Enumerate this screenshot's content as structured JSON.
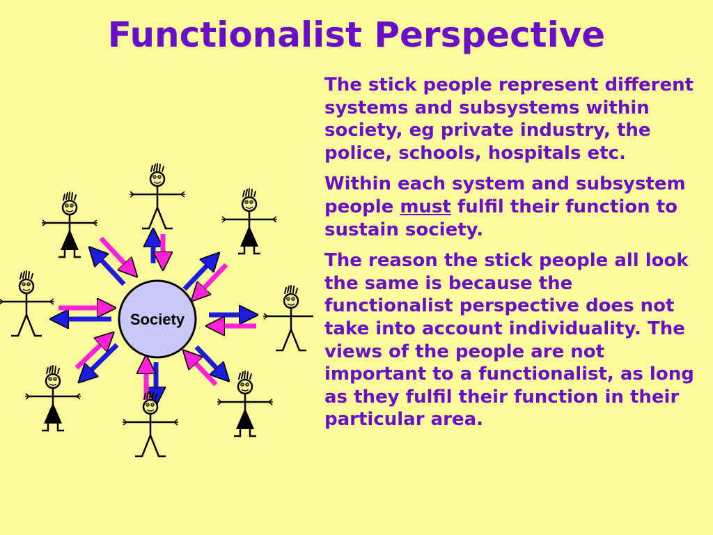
{
  "title": "Functionalist Perspective",
  "diagram": {
    "hub_label": "Society",
    "figure_count": 8,
    "colors": {
      "background": "#fdfa9b",
      "text": "#6a0fc7",
      "hub_fill": "#c9c8f7",
      "arrow_blue": "#1c1ce0",
      "arrow_magenta": "#ff21d9",
      "figure": "#000000"
    }
  },
  "paragraphs": {
    "p1": "The stick people represent different systems and subsystems within society, eg private industry, the police, schools, hospitals etc.",
    "p2_before": "Within each system and subsystem people ",
    "p2_emphasis": "must",
    "p2_after": " fulfil their function to sustain society.",
    "p3": "The reason the stick people all look the same is because the functionalist perspective does not take into account individuality. The views of the people are not important to a functionalist, as long as they fulfil their function in their particular area."
  }
}
